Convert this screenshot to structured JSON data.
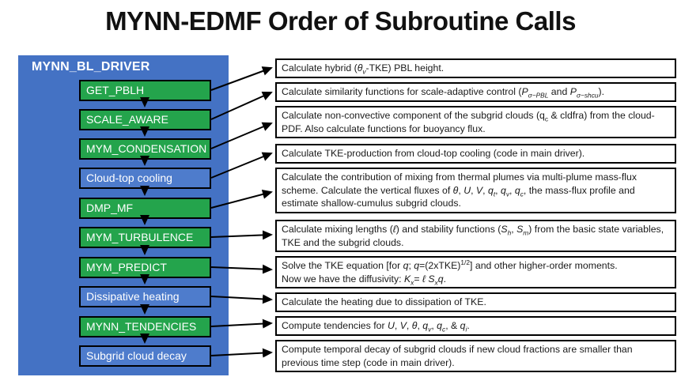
{
  "title": "MYNN-EDMF Order of Subroutine Calls",
  "driver": {
    "label": "MYNN_BL_DRIVER"
  },
  "colors": {
    "panel_blue": "#4472c4",
    "box_blue": "#4e7ccc",
    "box_green": "#24a44c",
    "arrow_black": "#000000",
    "text_white": "#ffffff"
  },
  "flow": {
    "items": [
      {
        "label": "GET_PBLH",
        "type": "green"
      },
      {
        "label": "SCALE_AWARE",
        "type": "green"
      },
      {
        "label": "MYM_CONDENSATION",
        "type": "green"
      },
      {
        "label": "Cloud-top cooling",
        "type": "blue"
      },
      {
        "label": "DMP_MF",
        "type": "green"
      },
      {
        "label": "MYM_TURBULENCE",
        "type": "green"
      },
      {
        "label": "MYM_PREDICT",
        "type": "green"
      },
      {
        "label": "Dissipative heating",
        "type": "blue"
      },
      {
        "label": "MYNN_TENDENCIES",
        "type": "green"
      },
      {
        "label": "Subgrid cloud decay",
        "type": "blue"
      }
    ]
  },
  "descriptions": {
    "items": [
      {
        "segments": [
          {
            "t": "Calculate hybrid ("
          },
          {
            "t": "θ",
            "st": "i"
          },
          {
            "t": "v",
            "st": "isub"
          },
          {
            "t": "-TKE) PBL height."
          }
        ]
      },
      {
        "segments": [
          {
            "t": "Calculate similarity functions for scale-adaptive control ("
          },
          {
            "t": "P",
            "st": "i"
          },
          {
            "t": "σ−PBL",
            "st": "isub"
          },
          {
            "t": " and "
          },
          {
            "t": "P",
            "st": "i"
          },
          {
            "t": "σ−shcu",
            "st": "isub"
          },
          {
            "t": ")."
          }
        ]
      },
      {
        "segments": [
          {
            "t": "Calculate non-convective component of the subgrid clouds (q"
          },
          {
            "t": "c",
            "st": "sub"
          },
          {
            "t": " & cldfra) from the cloud-PDF. Also calculate functions for buoyancy flux."
          }
        ]
      },
      {
        "segments": [
          {
            "t": "Calculate TKE-production from cloud-top cooling (code in main driver)."
          }
        ]
      },
      {
        "segments": [
          {
            "t": "Calculate the contribution of mixing from thermal plumes via multi-plume mass-flux scheme. Calculate the vertical fluxes of "
          },
          {
            "t": "θ",
            "st": "i"
          },
          {
            "t": ", "
          },
          {
            "t": "U",
            "st": "i"
          },
          {
            "t": ", "
          },
          {
            "t": "V",
            "st": "i"
          },
          {
            "t": ", "
          },
          {
            "t": "q",
            "st": "i"
          },
          {
            "t": "t",
            "st": "isub"
          },
          {
            "t": ", "
          },
          {
            "t": "q",
            "st": "i"
          },
          {
            "t": "v",
            "st": "isub"
          },
          {
            "t": ", "
          },
          {
            "t": "q",
            "st": "i"
          },
          {
            "t": "c",
            "st": "isub"
          },
          {
            "t": ", the mass-flux profile and estimate shallow-cumulus subgrid clouds."
          }
        ]
      },
      {
        "segments": [
          {
            "t": "Calculate mixing lengths ("
          },
          {
            "t": "ℓ",
            "st": "i"
          },
          {
            "t": ") and stability functions ("
          },
          {
            "t": "S",
            "st": "i"
          },
          {
            "t": "h",
            "st": "isub"
          },
          {
            "t": ", "
          },
          {
            "t": "S",
            "st": "i"
          },
          {
            "t": "m",
            "st": "isub"
          },
          {
            "t": ") from the basic state variables, TKE and the subgrid clouds."
          }
        ]
      },
      {
        "segments": [
          {
            "t": "Solve the TKE equation [for "
          },
          {
            "t": "q",
            "st": "i"
          },
          {
            "t": "; "
          },
          {
            "t": "q",
            "st": "i"
          },
          {
            "t": "=(2xTKE)"
          },
          {
            "t": "1/2",
            "st": "sup"
          },
          {
            "t": "] and other higher-order moments."
          },
          {
            "st": "br"
          },
          {
            "t": "Now we have the diffusivity: "
          },
          {
            "t": "K",
            "st": "i"
          },
          {
            "t": "x",
            "st": "isub"
          },
          {
            "t": "= "
          },
          {
            "t": "ℓ S",
            "st": "i"
          },
          {
            "t": "x",
            "st": "isub"
          },
          {
            "t": "q",
            "st": "i"
          },
          {
            "t": "."
          }
        ]
      },
      {
        "segments": [
          {
            "t": "Calculate the heating due to dissipation of TKE."
          }
        ]
      },
      {
        "segments": [
          {
            "t": "Compute tendencies for "
          },
          {
            "t": "U",
            "st": "i"
          },
          {
            "t": ", "
          },
          {
            "t": "V",
            "st": "i"
          },
          {
            "t": ", "
          },
          {
            "t": "θ",
            "st": "i"
          },
          {
            "t": ", "
          },
          {
            "t": "q",
            "st": "i"
          },
          {
            "t": "v",
            "st": "isub"
          },
          {
            "t": ", "
          },
          {
            "t": "q",
            "st": "i"
          },
          {
            "t": "c",
            "st": "isub"
          },
          {
            "t": ", & "
          },
          {
            "t": "q",
            "st": "i"
          },
          {
            "t": "i",
            "st": "isub"
          },
          {
            "t": "."
          }
        ]
      },
      {
        "segments": [
          {
            "t": "Compute temporal decay of subgrid clouds if new cloud fractions are smaller than previous time step (code in main driver)."
          }
        ]
      }
    ]
  }
}
